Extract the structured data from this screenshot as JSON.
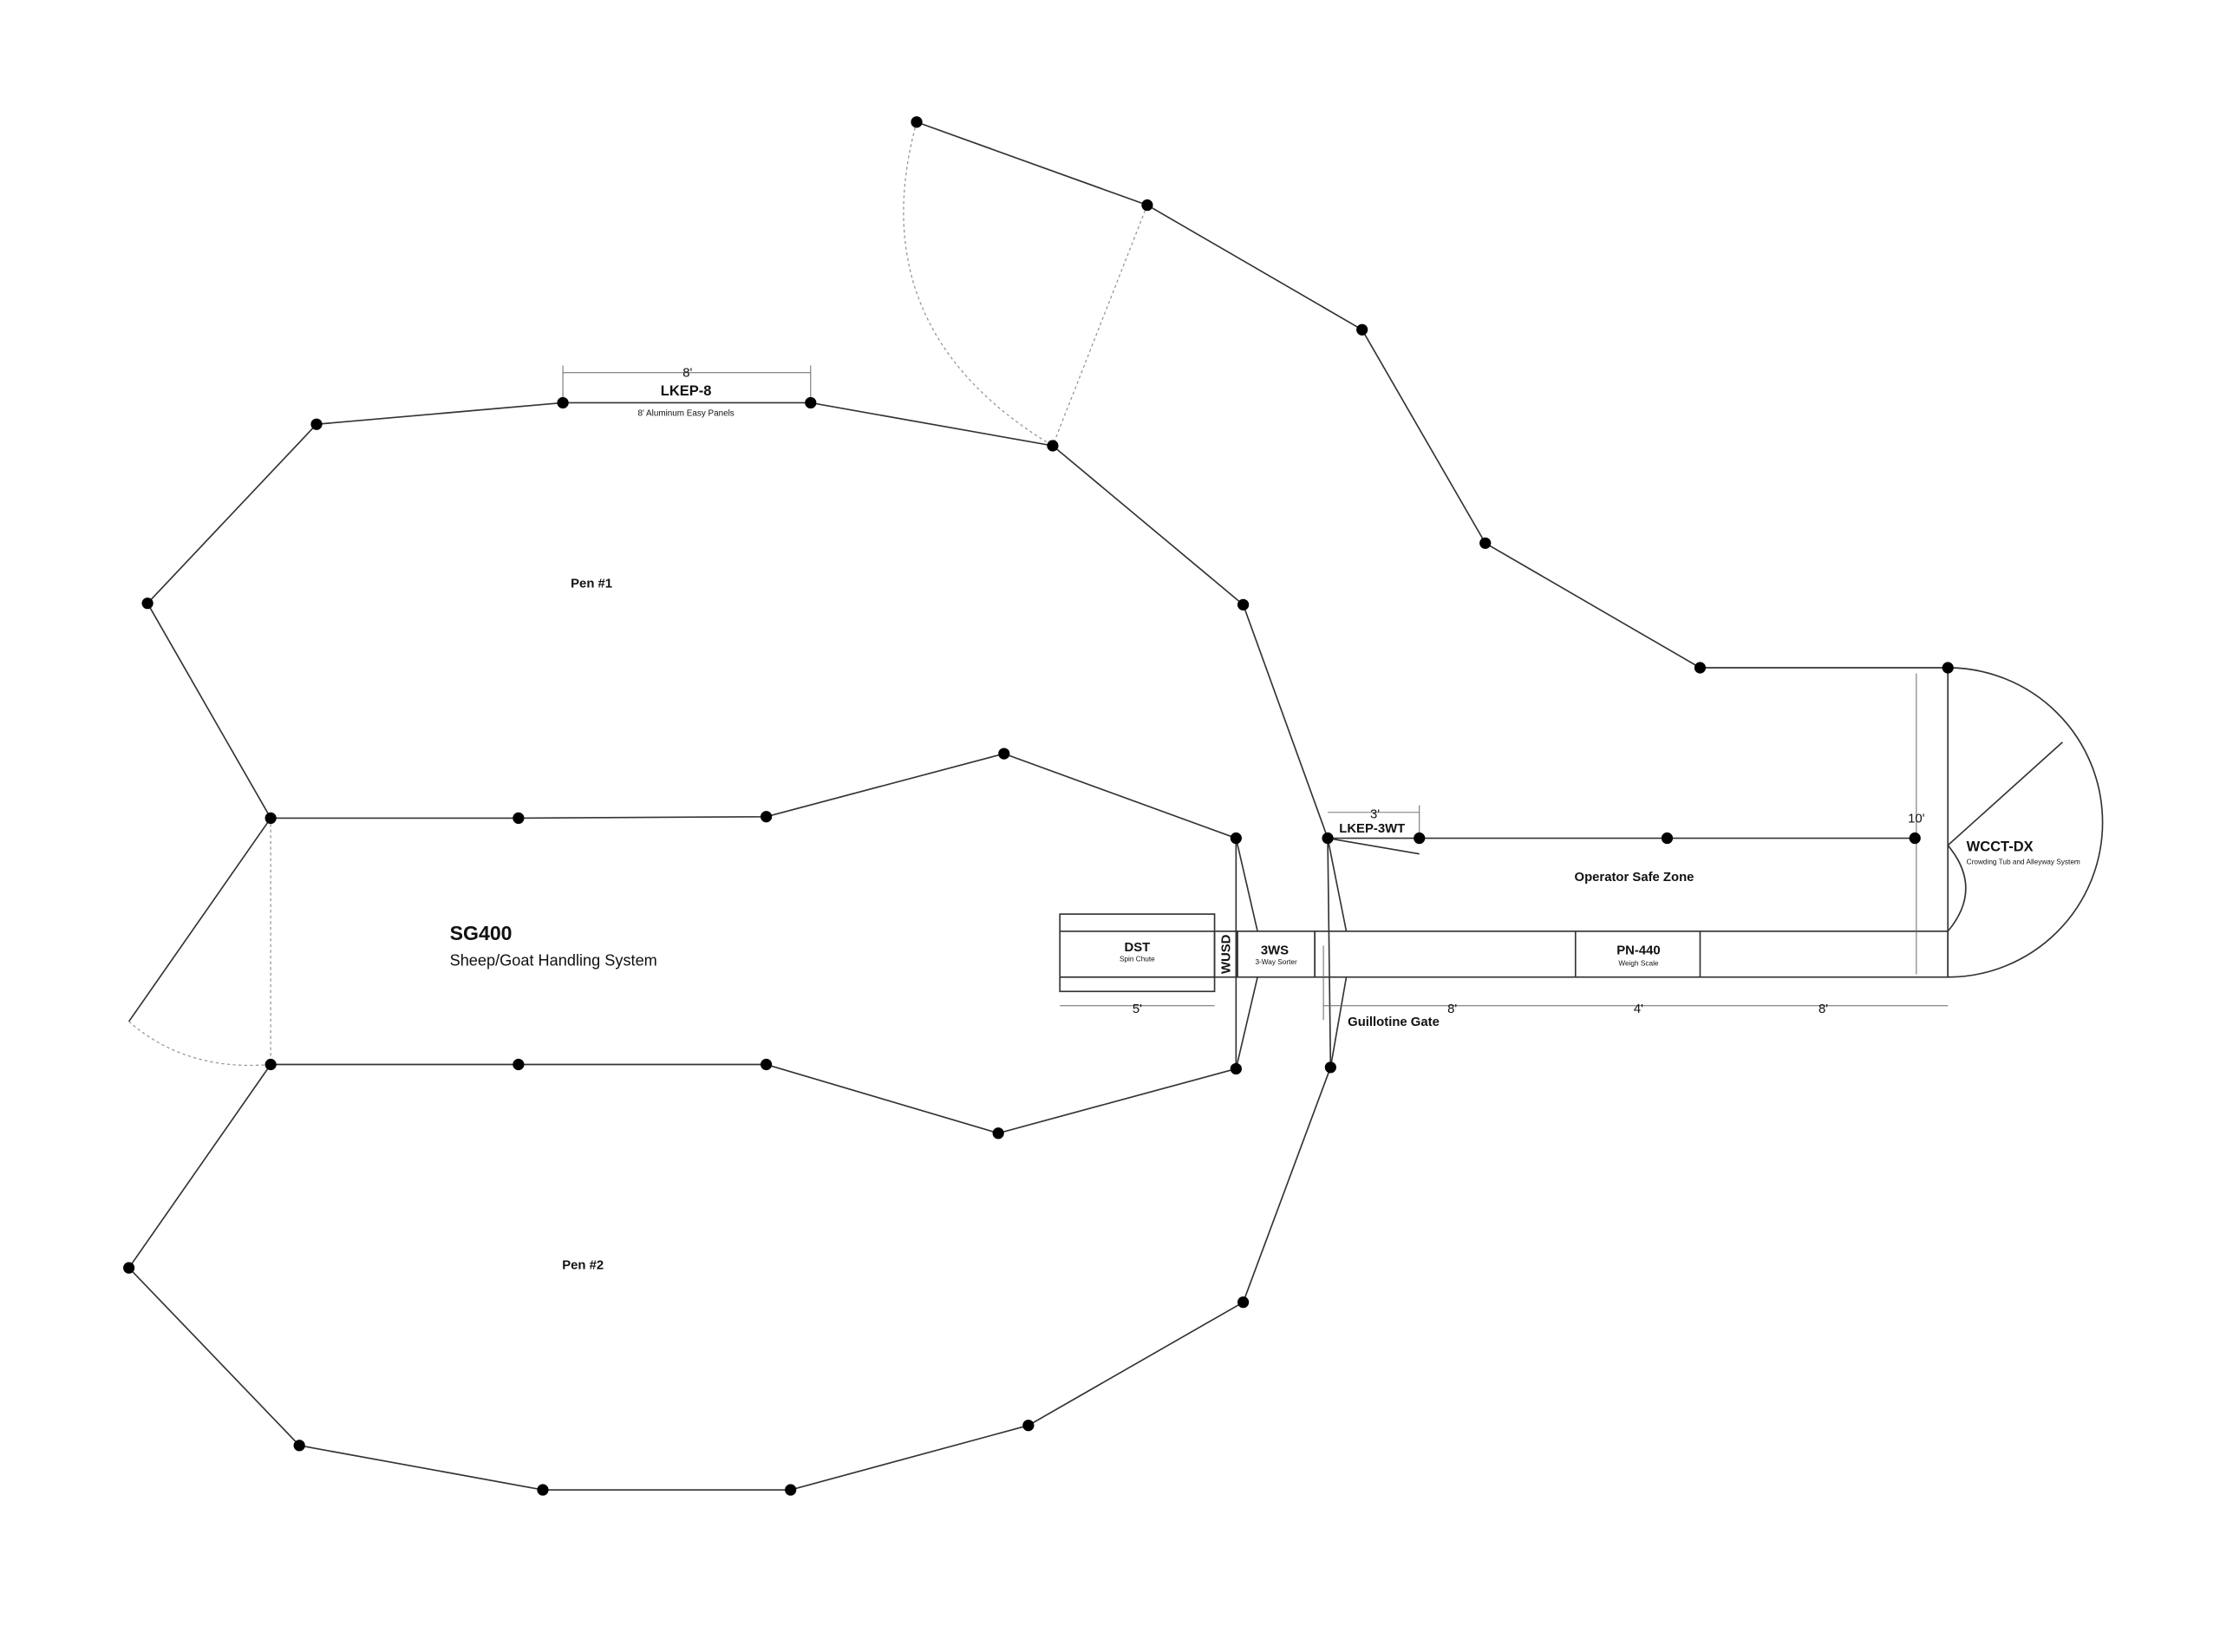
{
  "title": "SG400",
  "subtitle": "Sheep/Goat Handling System",
  "pens": [
    "Pen #1",
    "Pen #2"
  ],
  "panel": {
    "dim": "8'",
    "code": "LKEP-8",
    "desc": "8' Aluminum Easy Panels"
  },
  "walkthrough": {
    "dim": "3'",
    "code": "LKEP-3WT"
  },
  "operator_zone": "Operator Safe Zone",
  "tub": {
    "code": "WCCT-DX",
    "desc": "Crowding Tub and Alleyway System",
    "dim": "10'"
  },
  "dst": {
    "code": "DST",
    "desc": "Spin Chute",
    "dim": "5'"
  },
  "wusd": "WUSD",
  "sorter": {
    "code": "3WS",
    "desc": "3-Way Sorter"
  },
  "scale": {
    "code": "PN-440",
    "desc": "Weigh Scale",
    "dim": "4'"
  },
  "alley_dims": [
    "8'",
    "8'"
  ],
  "guillotine": "Guillotine Gate"
}
